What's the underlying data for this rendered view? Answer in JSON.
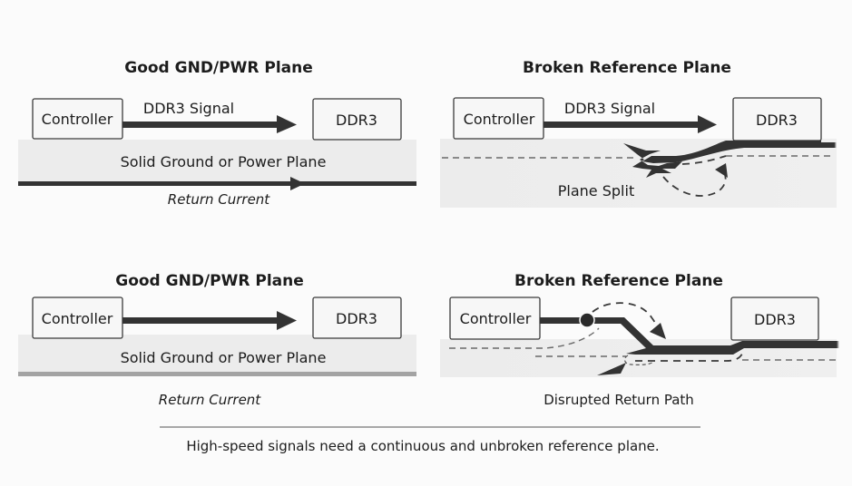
{
  "panels": {
    "top_left": {
      "title": "Good GND/PWR Plane",
      "source_label": "Controller",
      "dest_label": "DDR3",
      "signal_label": "DDR3 Signal",
      "plane_label": "Solid Ground or Power Plane",
      "return_label": "Return Current"
    },
    "top_right": {
      "title": "Broken Reference Plane",
      "source_label": "Controller",
      "dest_label": "DDR3",
      "signal_label": "DDR3 Signal",
      "split_label": "Plane Split"
    },
    "bottom_left": {
      "title": "Good GND/PWR Plane",
      "source_label": "Controller",
      "dest_label": "DDR3",
      "plane_label": "Solid Ground or Power Plane",
      "return_label": "Return Current"
    },
    "bottom_right": {
      "title": "Broken Reference Plane",
      "source_label": "Controller",
      "dest_label": "DDR3",
      "disrupted_label": "Disrupted Return Path"
    }
  },
  "footer": {
    "caption": "High-speed signals need a continuous and unbroken reference plane."
  },
  "colors": {
    "trace": "#333333",
    "plane": "#ececec",
    "box_border": "#3a3a3a",
    "background": "#fbfbfb"
  }
}
